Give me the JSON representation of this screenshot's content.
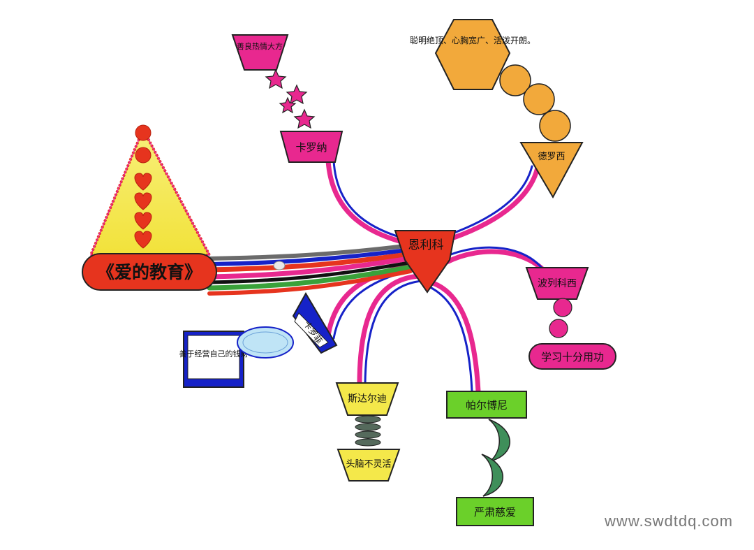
{
  "title": "《爱的教育》",
  "center": "恩利科",
  "branches": {
    "karona_top": {
      "label": "卡罗纳",
      "trait": "善良热情大方"
    },
    "derossi": {
      "label": "德罗西",
      "trait": "聪明绝顶、心胸宽广、活泼开朗。"
    },
    "precossi": {
      "label": "波列科西",
      "trait": "学习十分用功"
    },
    "garrone": {
      "label": "卡罗菲",
      "trait": "善于经营自己的钱财"
    },
    "stardi": {
      "label": "斯达尔迪",
      "trait": "头脑不灵活"
    },
    "perboni": {
      "label": "帕尔博尼",
      "trait": "严肃慈爱"
    }
  },
  "watermark": "www.swdtdq.com",
  "colors": {
    "pink": "#e8288f",
    "orange": "#f2a93b",
    "red": "#e6341e",
    "yellow": "#f4e84a",
    "green": "#6bd02a",
    "blue": "#1622c8",
    "lightblue": "#bfe4f6"
  }
}
